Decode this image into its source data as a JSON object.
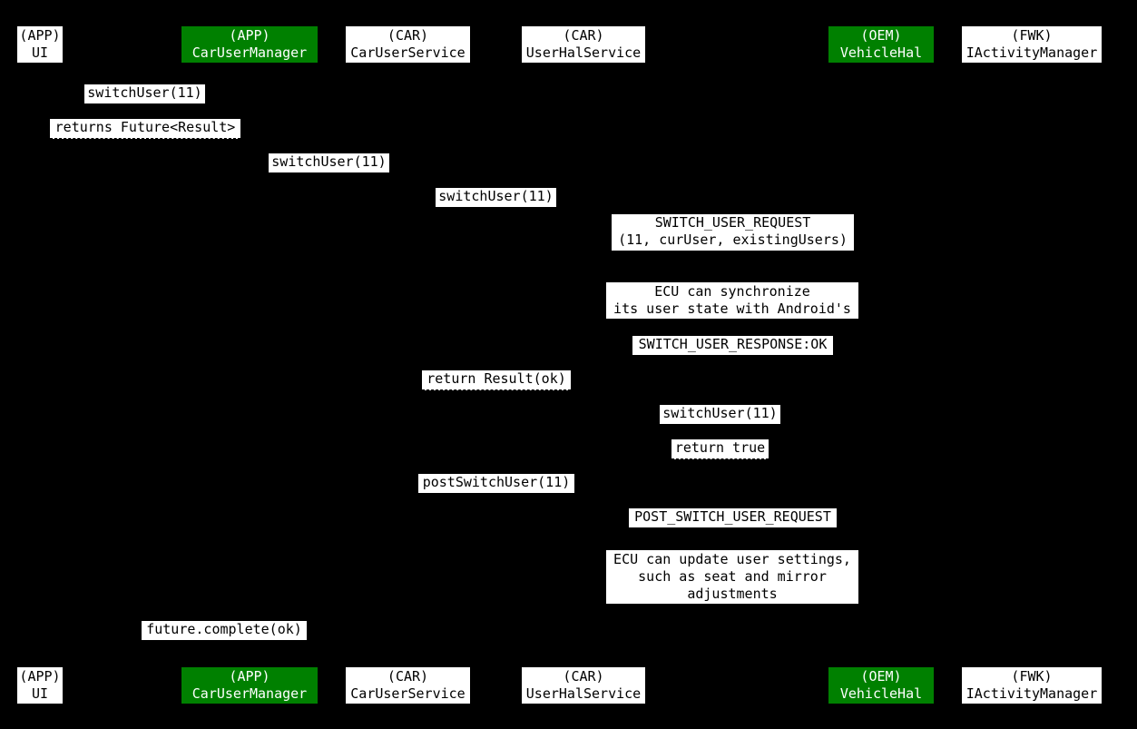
{
  "colors": {
    "background": "#000000",
    "actor_green": "#008000",
    "box_white": "#ffffff",
    "text_dark": "#000000"
  },
  "actors": [
    {
      "package": "(APP)",
      "name": "UI",
      "color": "white"
    },
    {
      "package": "(APP)",
      "name": "CarUserManager",
      "color": "green"
    },
    {
      "package": "(CAR)",
      "name": "CarUserService",
      "color": "white"
    },
    {
      "package": "(CAR)",
      "name": "UserHalService",
      "color": "white"
    },
    {
      "package": "(OEM)",
      "name": "VehicleHal",
      "color": "green"
    },
    {
      "package": "(FWK)",
      "name": "IActivityManager",
      "color": "white"
    }
  ],
  "messages": [
    {
      "text": "switchUser(11)",
      "from": "UI",
      "to": "CarUserManager",
      "style": "solid"
    },
    {
      "text": "returns Future<Result>",
      "from": "CarUserManager",
      "to": "UI",
      "style": "dashed"
    },
    {
      "text": "switchUser(11)",
      "from": "CarUserManager",
      "to": "CarUserService",
      "style": "solid"
    },
    {
      "text": "switchUser(11)",
      "from": "CarUserService",
      "to": "UserHalService",
      "style": "solid"
    },
    {
      "text": "SWITCH_USER_REQUEST\n(11, curUser, existingUsers)",
      "from": "UserHalService",
      "to": "VehicleHal",
      "style": "solid"
    },
    {
      "text": "SWITCH_USER_RESPONSE:OK",
      "from": "VehicleHal",
      "to": "UserHalService",
      "style": "solid"
    },
    {
      "text": "return Result(ok)",
      "from": "UserHalService",
      "to": "CarUserService",
      "style": "dashed"
    },
    {
      "text": "switchUser(11)",
      "from": "CarUserService",
      "to": "IActivityManager",
      "style": "solid"
    },
    {
      "text": "return true",
      "from": "IActivityManager",
      "to": "CarUserService",
      "style": "dashed"
    },
    {
      "text": "postSwitchUser(11)",
      "from": "CarUserService",
      "to": "UserHalService",
      "style": "solid"
    },
    {
      "text": "POST_SWITCH_USER_REQUEST",
      "from": "UserHalService",
      "to": "VehicleHal",
      "style": "solid"
    },
    {
      "text": "future.complete(ok)",
      "from": "CarUserService",
      "to": "UI",
      "style": "solid"
    }
  ],
  "notes": [
    {
      "text": "ECU can synchronize\nits user state with Android's"
    },
    {
      "text": "ECU can update user settings,\nsuch as seat and mirror\nadjustments"
    }
  ]
}
